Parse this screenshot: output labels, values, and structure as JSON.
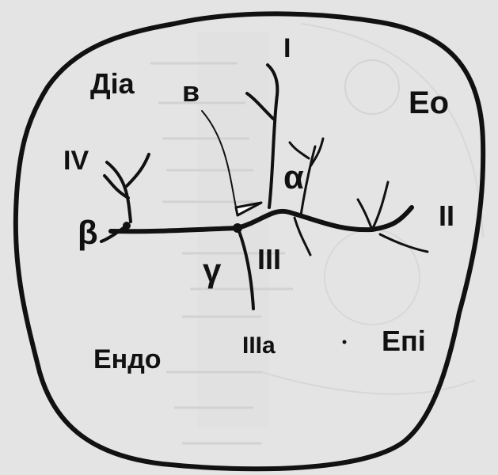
{
  "labels": {
    "I": "I",
    "II": "II",
    "III": "III",
    "IIIa": "IIIa",
    "IV": "IV",
    "alpha": "α",
    "beta": "β",
    "gamma": "γ",
    "v": "в",
    "dia": "Діа",
    "eo": "Ео",
    "epi": "Епі",
    "endo": "Ендо"
  },
  "colors": {
    "ink": "#111111",
    "background": "#e4e4e4",
    "bleed_text": "#b9b9b9"
  }
}
